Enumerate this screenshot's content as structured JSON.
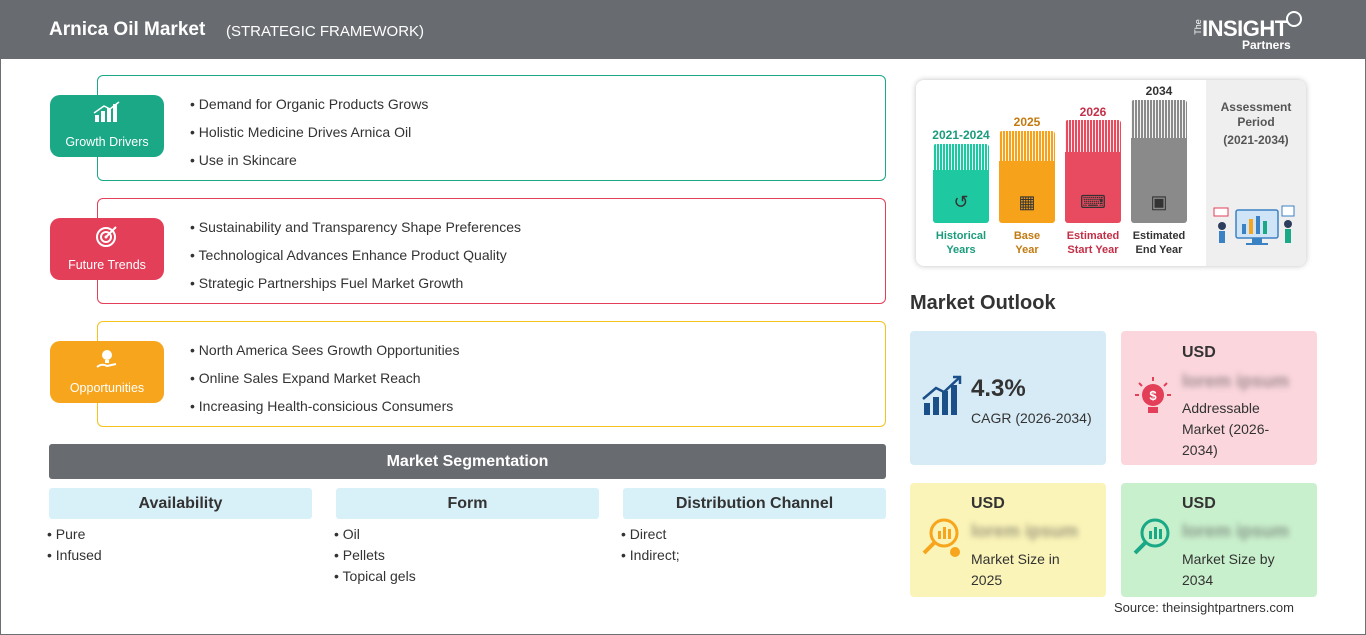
{
  "header": {
    "title": "Arnica Oil Market",
    "subtitle": "(STRATEGIC FRAMEWORK)",
    "logo_the": "The",
    "logo_insight": "INSIGHT",
    "logo_partners": "Partners"
  },
  "drivers": {
    "label": "Growth Drivers",
    "items": [
      "Demand for Organic Products Grows",
      "Holistic Medicine Drives Arnica Oil",
      "Use in Skincare"
    ]
  },
  "trends": {
    "label": "Future Trends",
    "items": [
      "Sustainability and Transparency Shape Preferences",
      "Technological Advances Enhance Product Quality",
      "Strategic Partnerships Fuel Market Growth"
    ]
  },
  "opportunities": {
    "label": "Opportunities",
    "items": [
      "North America Sees Growth Opportunities",
      "Online Sales Expand Market Reach",
      "Increasing Health-consicious Consumers"
    ]
  },
  "segmentation": {
    "title": "Market Segmentation",
    "columns": [
      {
        "heading": "Availability",
        "items": [
          "Pure",
          "Infused"
        ]
      },
      {
        "heading": "Form",
        "items": [
          "Oil",
          "Pellets",
          "Topical gels"
        ]
      },
      {
        "heading": "Distribution Channel",
        "items": [
          "Direct",
          "Indirect;"
        ]
      }
    ]
  },
  "timeline": {
    "periods": [
      {
        "year": "2021-2024",
        "caption1": "Historical",
        "caption2": "Years",
        "color": "#1ec8a0",
        "year_color": "#1a9c7c"
      },
      {
        "year": "2025",
        "caption1": "Base",
        "caption2": "Year",
        "color": "#f7a21b",
        "year_color": "#c27a10"
      },
      {
        "year": "2026",
        "caption1": "Estimated",
        "caption2": "Start Year",
        "color": "#e84a5f",
        "year_color": "#c42f47"
      },
      {
        "year": "2034",
        "caption1": "Estimated",
        "caption2": "End Year",
        "color": "#8a8a8a",
        "year_color": "#333333"
      }
    ],
    "assessment_title": "Assessment Period",
    "assessment_range": "(2021-2034)"
  },
  "outlook": {
    "title": "Market Outlook",
    "cagr_value": "4.3%",
    "cagr_label": "CAGR (2026-2034)",
    "addressable_currency": "USD",
    "addressable_value": "lorem ipsum",
    "addressable_label": "Addressable Market (2026-2034)",
    "size2025_currency": "USD",
    "size2025_value": "lorem ipsum",
    "size2025_label": "Market Size in 2025",
    "size2034_currency": "USD",
    "size2034_value": "lorem ipsum",
    "size2034_label": "Market Size by 2034"
  },
  "source": "Source: theinsightpartners.com",
  "colors": {
    "header_bg": "#686c70",
    "drivers": "#1aa886",
    "trends": "#e33f58",
    "opportunities": "#f6a51c",
    "cagr_card": "#d7ebf6",
    "addressable_card": "#fbd6dd",
    "size2025_card": "#fbf4b8",
    "size2034_card": "#c9f0cd"
  }
}
